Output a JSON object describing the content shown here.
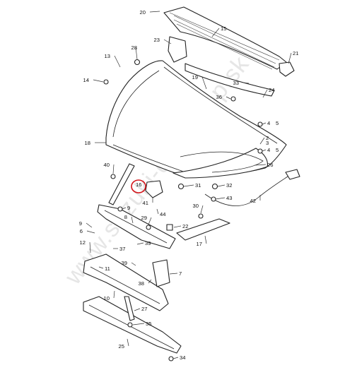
{
  "watermark": "www.suzuki-dielyshop.sk",
  "highlighted_callout": "16",
  "callouts": [
    "20",
    "15",
    "28",
    "13",
    "23",
    "21",
    "14",
    "19",
    "33",
    "24",
    "36",
    "4",
    "5",
    "2",
    "3",
    "4",
    "5",
    "18",
    "26",
    "40",
    "16",
    "31",
    "32",
    "41",
    "43",
    "42",
    "9",
    "30",
    "44",
    "8",
    "29",
    "22",
    "17",
    "6",
    "39",
    "12",
    "37",
    "10",
    "11",
    "39",
    "7",
    "38",
    "27",
    "25",
    "35",
    "34",
    "9"
  ],
  "colors": {
    "line": "#222222",
    "highlight": "#d4141a",
    "watermark": "#c8c8c8"
  }
}
